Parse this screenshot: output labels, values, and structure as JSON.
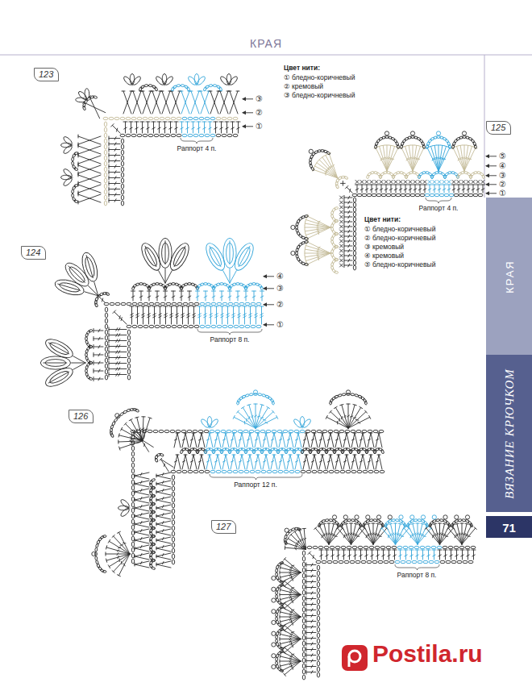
{
  "diagram": {
    "title": "КРАЯ",
    "nodes": [
      {
        "text": [
          "123"
        ]
      },
      {
        "text": [
          "125"
        ]
      },
      {
        "text": [
          "124"
        ]
      },
      {
        "text": [
          "126"
        ]
      },
      {
        "text": [
          "127"
        ]
      },
      {
        "text": [
          "КРАЯ"
        ]
      },
      {
        "text": [
          "ВЯЗАНИЕ КРЮЧКОМ"
        ]
      },
      {
        "text": [
          "71"
        ]
      }
    ],
    "labels": [
      "Цвет нити:",
      "① бледно-коричневый",
      "② кремовый",
      "③ бледно-коричневый",
      "③",
      "②",
      "①",
      "Раппорт 4 п.",
      "⑤",
      "④",
      "③",
      "②",
      "①",
      "Раппорт 4 п.",
      "Цвет нити:",
      "① бледно-коричневый",
      "② бледно-коричневый",
      "③ кремовый",
      "④ кремовый",
      "⑤ бледно-коричневый",
      "④",
      "③",
      "②",
      "①",
      "Раппорт 8 п.",
      "Раппорт 12 п.",
      "Раппорт 8 п.",
      "Postila.ru"
    ]
  }
}
